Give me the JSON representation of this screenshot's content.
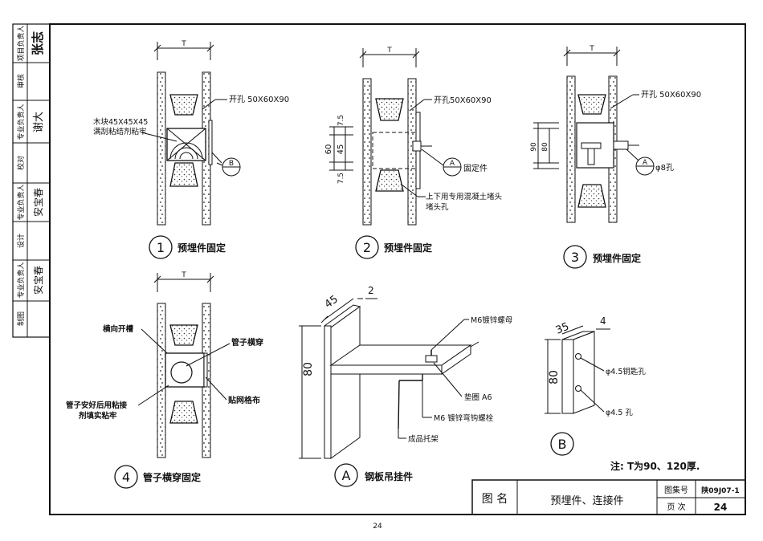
{
  "side_strip": {
    "rows": [
      {
        "label": "项目负责人",
        "signature": "张志"
      },
      {
        "label": "审核",
        "signature": ""
      },
      {
        "label": "专业负责人",
        "signature": "谢大"
      },
      {
        "label": "校对",
        "signature": ""
      },
      {
        "label": "专业负责人",
        "signature": "安宝春"
      },
      {
        "label": "设计",
        "signature": ""
      },
      {
        "label": "专业负责人",
        "signature": "安宝春"
      },
      {
        "label": "制图",
        "signature": ""
      }
    ]
  },
  "detail1": {
    "dim": "T",
    "label_hole": "开孔 50X60X90",
    "label_wood_1": "木块45X45X45",
    "label_wood_2": "满刮粘结剂粘牢",
    "callout": "B",
    "num": "1",
    "title": "预埋件固定"
  },
  "detail2": {
    "dim": "T",
    "label_hole": "开孔50X60X90",
    "dim_60": "60",
    "dim_45": "45",
    "dim_top": "7.5",
    "dim_bot": "7.5",
    "callout": "A",
    "callout_text": "固定件",
    "label_plug_1": "上下用专用混凝土堵头",
    "label_plug_2": "堵头孔",
    "num": "2",
    "title": "预埋件固定"
  },
  "detail3": {
    "dim": "T",
    "label_hole": "开孔 50X60X90",
    "dim_90": "90",
    "dim_80": "80",
    "callout": "A",
    "callout_text": "φ8孔",
    "num": "3",
    "title": "预埋件固定"
  },
  "detail4": {
    "dim": "T",
    "label_groove": "横向开槽",
    "label_pipe": "管子横穿",
    "label_mesh": "贴网格布",
    "label_fill_1": "管子安好后用粘接",
    "label_fill_2": "剂填实粘牢",
    "num": "4",
    "title": "管子横穿固定"
  },
  "detailA": {
    "dim_45": "45",
    "dim_2": "2",
    "dim_80": "80",
    "label_nut": "M6镀锌螺母",
    "label_washer": "垫圈 A6",
    "label_bolt": "M6 镀锌弯钩螺栓",
    "label_bracket": "成品托架",
    "num": "A",
    "title": "钢板吊挂件"
  },
  "detailB": {
    "dim_35": "35",
    "dim_4": "4",
    "dim_80": "80",
    "label_keyhole": "φ4.5钥匙孔",
    "label_hole": "φ4.5 孔",
    "num": "B"
  },
  "note": "注: T为90、120厚.",
  "title_block": {
    "name_label": "图 名",
    "name": "预埋件、连接件",
    "atlas_label": "图集号",
    "atlas_no": "陕09J07-1",
    "page_label": "页 次",
    "page_no": "24"
  },
  "page_footer": "24"
}
